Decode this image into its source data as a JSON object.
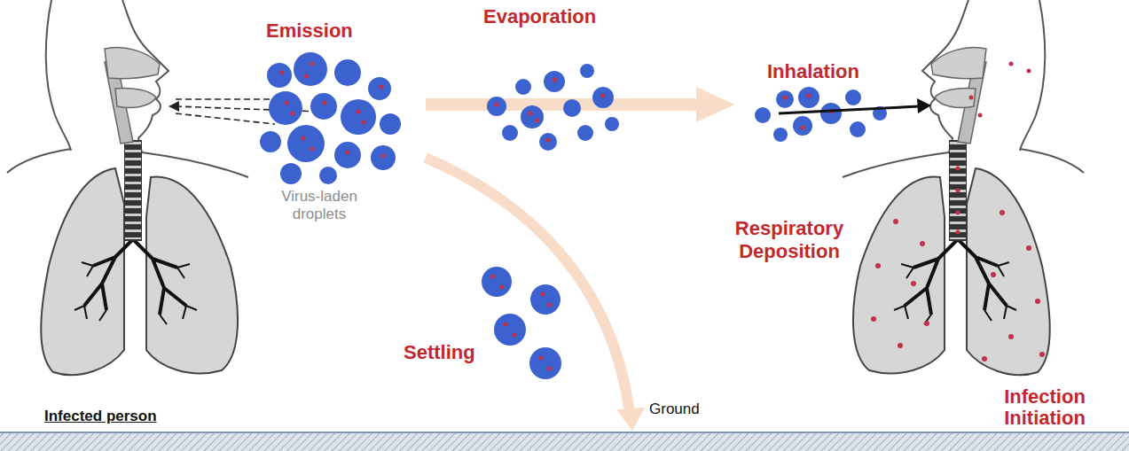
{
  "diagram": {
    "labels": [
      "Emission",
      "Evaporation",
      "Inhalation",
      "Virus-laden droplets",
      "Respiratory Deposition",
      "Settling",
      "Ground",
      "Infected person",
      "Infection Initiation"
    ]
  }
}
